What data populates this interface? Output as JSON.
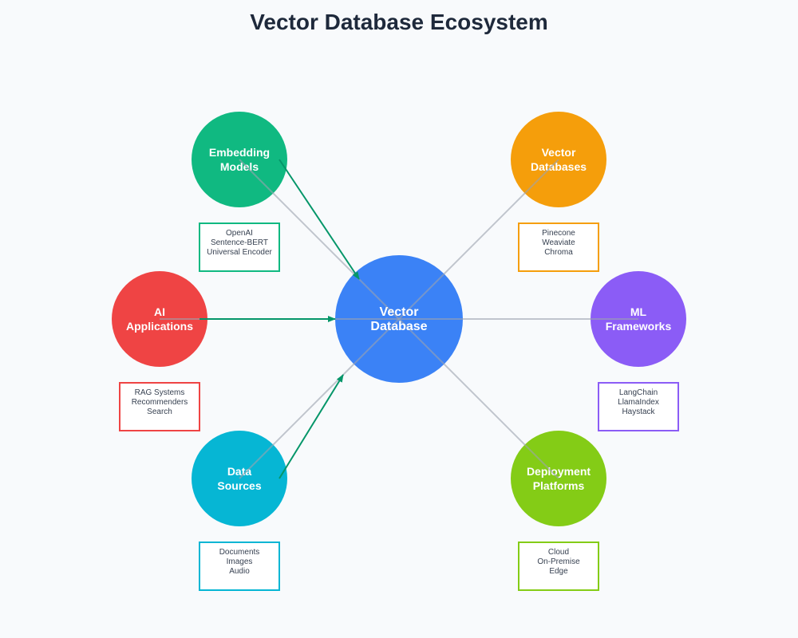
{
  "title": "Vector Database Ecosystem",
  "center": {
    "lines": [
      "Vector",
      "Database"
    ],
    "color": "#3b82f6"
  },
  "nodes": [
    {
      "id": "embedding-models",
      "lines": [
        "Embedding",
        "Models"
      ],
      "color": "#10b981",
      "items": [
        "OpenAI",
        "Sentence-BERT",
        "Universal Encoder"
      ]
    },
    {
      "id": "vector-databases",
      "lines": [
        "Vector",
        "Databases"
      ],
      "color": "#f59e0b",
      "items": [
        "Pinecone",
        "Weaviate",
        "Chroma"
      ]
    },
    {
      "id": "ml-frameworks",
      "lines": [
        "ML",
        "Frameworks"
      ],
      "color": "#8b5cf6",
      "items": [
        "LangChain",
        "LlamaIndex",
        "Haystack"
      ]
    },
    {
      "id": "deployment-platforms",
      "lines": [
        "Deployment",
        "Platforms"
      ],
      "color": "#84cc16",
      "items": [
        "Cloud",
        "On-Premise",
        "Edge"
      ]
    },
    {
      "id": "data-sources",
      "lines": [
        "Data",
        "Sources"
      ],
      "color": "#06b6d4",
      "items": [
        "Documents",
        "Images",
        "Audio"
      ]
    },
    {
      "id": "ai-applications",
      "lines": [
        "AI",
        "Applications"
      ],
      "color": "#ef4444",
      "items": [
        "RAG Systems",
        "Recommenders",
        "Search"
      ]
    }
  ],
  "flows": [
    {
      "from": "embedding-models",
      "to": "center"
    },
    {
      "from": "ai-applications",
      "to": "center"
    },
    {
      "from": "data-sources",
      "to": "center"
    }
  ],
  "colors": {
    "connector": "#9ca3af",
    "flow_arrow": "#059669"
  }
}
